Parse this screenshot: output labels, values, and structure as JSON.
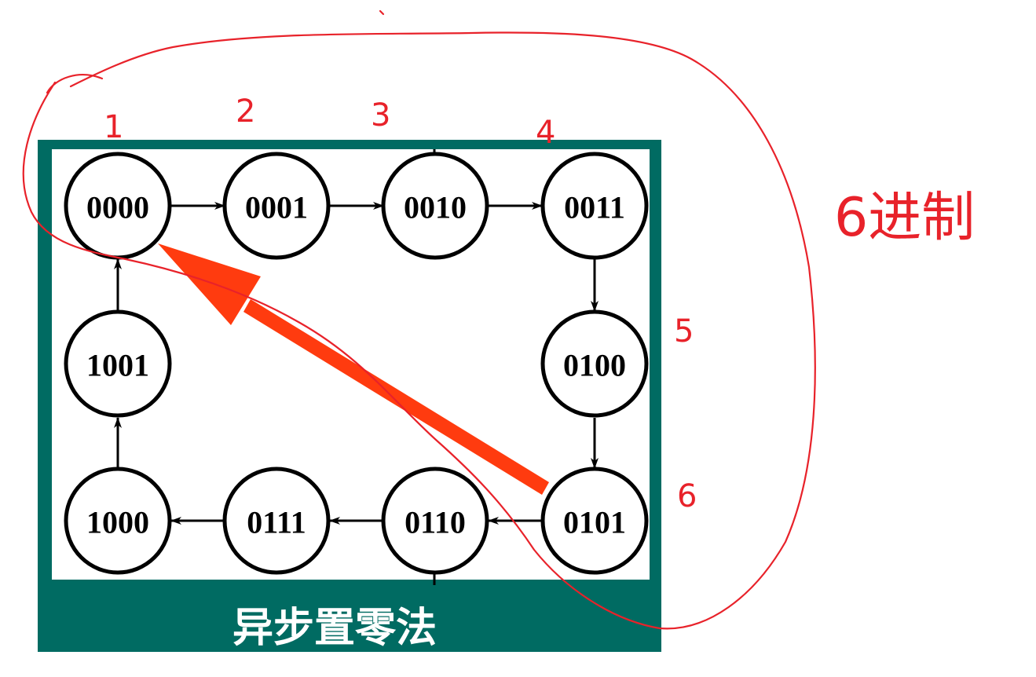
{
  "diagram": {
    "caption": "异步置零法",
    "states": [
      {
        "id": "s0000",
        "label": "0000"
      },
      {
        "id": "s0001",
        "label": "0001"
      },
      {
        "id": "s0010",
        "label": "0010"
      },
      {
        "id": "s0011",
        "label": "0011"
      },
      {
        "id": "s0100",
        "label": "0100"
      },
      {
        "id": "s0101",
        "label": "0101"
      },
      {
        "id": "s0110",
        "label": "0110"
      },
      {
        "id": "s0111",
        "label": "0111"
      },
      {
        "id": "s1000",
        "label": "1000"
      },
      {
        "id": "s1001",
        "label": "1001"
      }
    ],
    "transitions": [
      {
        "from": "0000",
        "to": "0001"
      },
      {
        "from": "0001",
        "to": "0010"
      },
      {
        "from": "0010",
        "to": "0011"
      },
      {
        "from": "0011",
        "to": "0100"
      },
      {
        "from": "0100",
        "to": "0101"
      },
      {
        "from": "0101",
        "to": "0110"
      },
      {
        "from": "0110",
        "to": "0111"
      },
      {
        "from": "0111",
        "to": "1000"
      },
      {
        "from": "1000",
        "to": "1001"
      },
      {
        "from": "1001",
        "to": "0000"
      }
    ],
    "reset_arrow": {
      "from": "0101",
      "to": "0000",
      "color": "#ff3b0f"
    }
  },
  "annotations": {
    "color": "#e8222a",
    "step_numbers": [
      "1",
      "2",
      "3",
      "4",
      "5",
      "6"
    ],
    "note": "6进制"
  },
  "colors": {
    "frame": "#006b62",
    "panel": "#ffffff",
    "reset_arrow": "#ff3b0f",
    "ink": "#e8222a"
  }
}
